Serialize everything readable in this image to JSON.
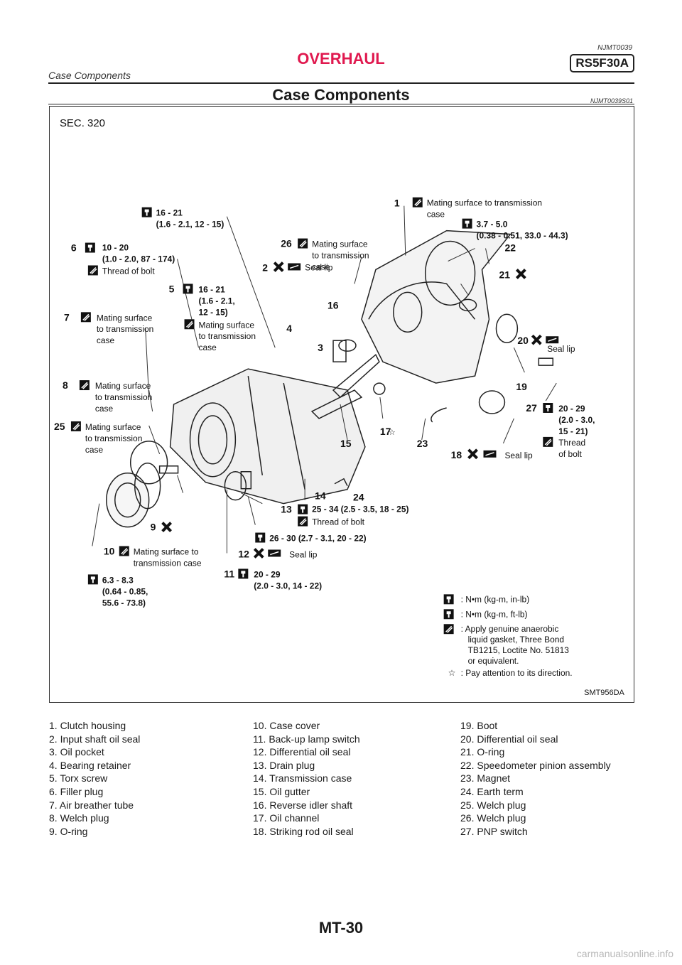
{
  "header": {
    "doc_code": "NJMT0039",
    "section": "OVERHAUL",
    "model": "RS5F30A",
    "subsection": "Case Components"
  },
  "page": {
    "title": "Case Components",
    "title_code": "NJMT0039S01",
    "page_number": "MT-30",
    "watermark": "carmanualsonline.info"
  },
  "figure": {
    "sec": "SEC. 320",
    "figure_id": "SMT956DA",
    "callouts": {
      "c1": "Mating surface to transmission",
      "c1b": "case",
      "c1_torque": "3.7 - 5.0",
      "c1_torque_b": "(0.38 - 0.51, 33.0 - 44.3)",
      "t_top": "16 - 21",
      "t_top_b": "(1.6 - 2.1, 12 - 15)",
      "c6_torque": "10 - 20",
      "c6_torque_b": "(1.0 - 2.0, 87 - 174)",
      "c6_thread": "Thread of bolt",
      "c26a": "Mating surface",
      "c26b": "to transmission",
      "c26c": "case",
      "c2": "Seal lip",
      "c5_torque": "16 - 21",
      "c5_torque_b": "(1.6 - 2.1,",
      "c5_torque_c": "12 - 15)",
      "c5_mat_a": "Mating surface",
      "c5_mat_b": "to transmission",
      "c5_mat_c": "case",
      "c7a": "Mating surface",
      "c7b": "to transmission",
      "c7c": "case",
      "c8a": "Mating surface",
      "c8b": "to transmission",
      "c8c": "case",
      "c25a": "Mating surface",
      "c25b": "to transmission",
      "c25c": "case",
      "c20": "Seal lip",
      "c27_torque": "20 - 29",
      "c27_torque_b": "(2.0 - 3.0,",
      "c27_torque_c": "15 - 21)",
      "c27_thread_a": "Thread",
      "c27_thread_b": "of bolt",
      "c18": "Seal lip",
      "c13_torque": "25 - 34 (2.5 - 3.5, 18 - 25)",
      "c13_thread": "Thread of bolt",
      "c_mid_torque": "26 - 30 (2.7 - 3.1, 20 - 22)",
      "c12": "Seal lip",
      "c10a": "Mating surface to",
      "c10b": "transmission case",
      "c11_torque": "20 - 29",
      "c11_torque_b": "(2.0 - 3.0, 14 - 22)",
      "c_bl_torque": "6.3 - 8.3",
      "c_bl_torque_b": "(0.64 - 0.85,",
      "c_bl_torque_c": "55.6 - 73.8)"
    },
    "legend": {
      "inlb": ": N•m (kg-m, in-lb)",
      "ftlb": ": N•m (kg-m, ft-lb)",
      "gasket_a": ": Apply genuine anaerobic",
      "gasket_b": "liquid gasket, Three Bond",
      "gasket_c": "TB1215, Loctite No. 51813",
      "gasket_d": "or equivalent.",
      "star": ": Pay attention to its direction."
    }
  },
  "parts_list": {
    "col1": [
      "1. Clutch housing",
      "2. Input shaft oil seal",
      "3. Oil pocket",
      "4. Bearing retainer",
      "5. Torx screw",
      "6. Filler plug",
      "7. Air breather tube",
      "8. Welch plug",
      "9. O-ring"
    ],
    "col2": [
      "10. Case cover",
      "11. Back-up lamp switch",
      "12. Differential oil seal",
      "13. Drain plug",
      "14. Transmission case",
      "15. Oil gutter",
      "16. Reverse idler shaft",
      "17. Oil channel",
      "18. Striking rod oil seal"
    ],
    "col3": [
      "19. Boot",
      "20. Differential oil seal",
      "21. O-ring",
      "22. Speedometer pinion assembly",
      "23. Magnet",
      "24. Earth term",
      "25. Welch plug",
      "26. Welch plug",
      "27. PNP switch"
    ]
  }
}
